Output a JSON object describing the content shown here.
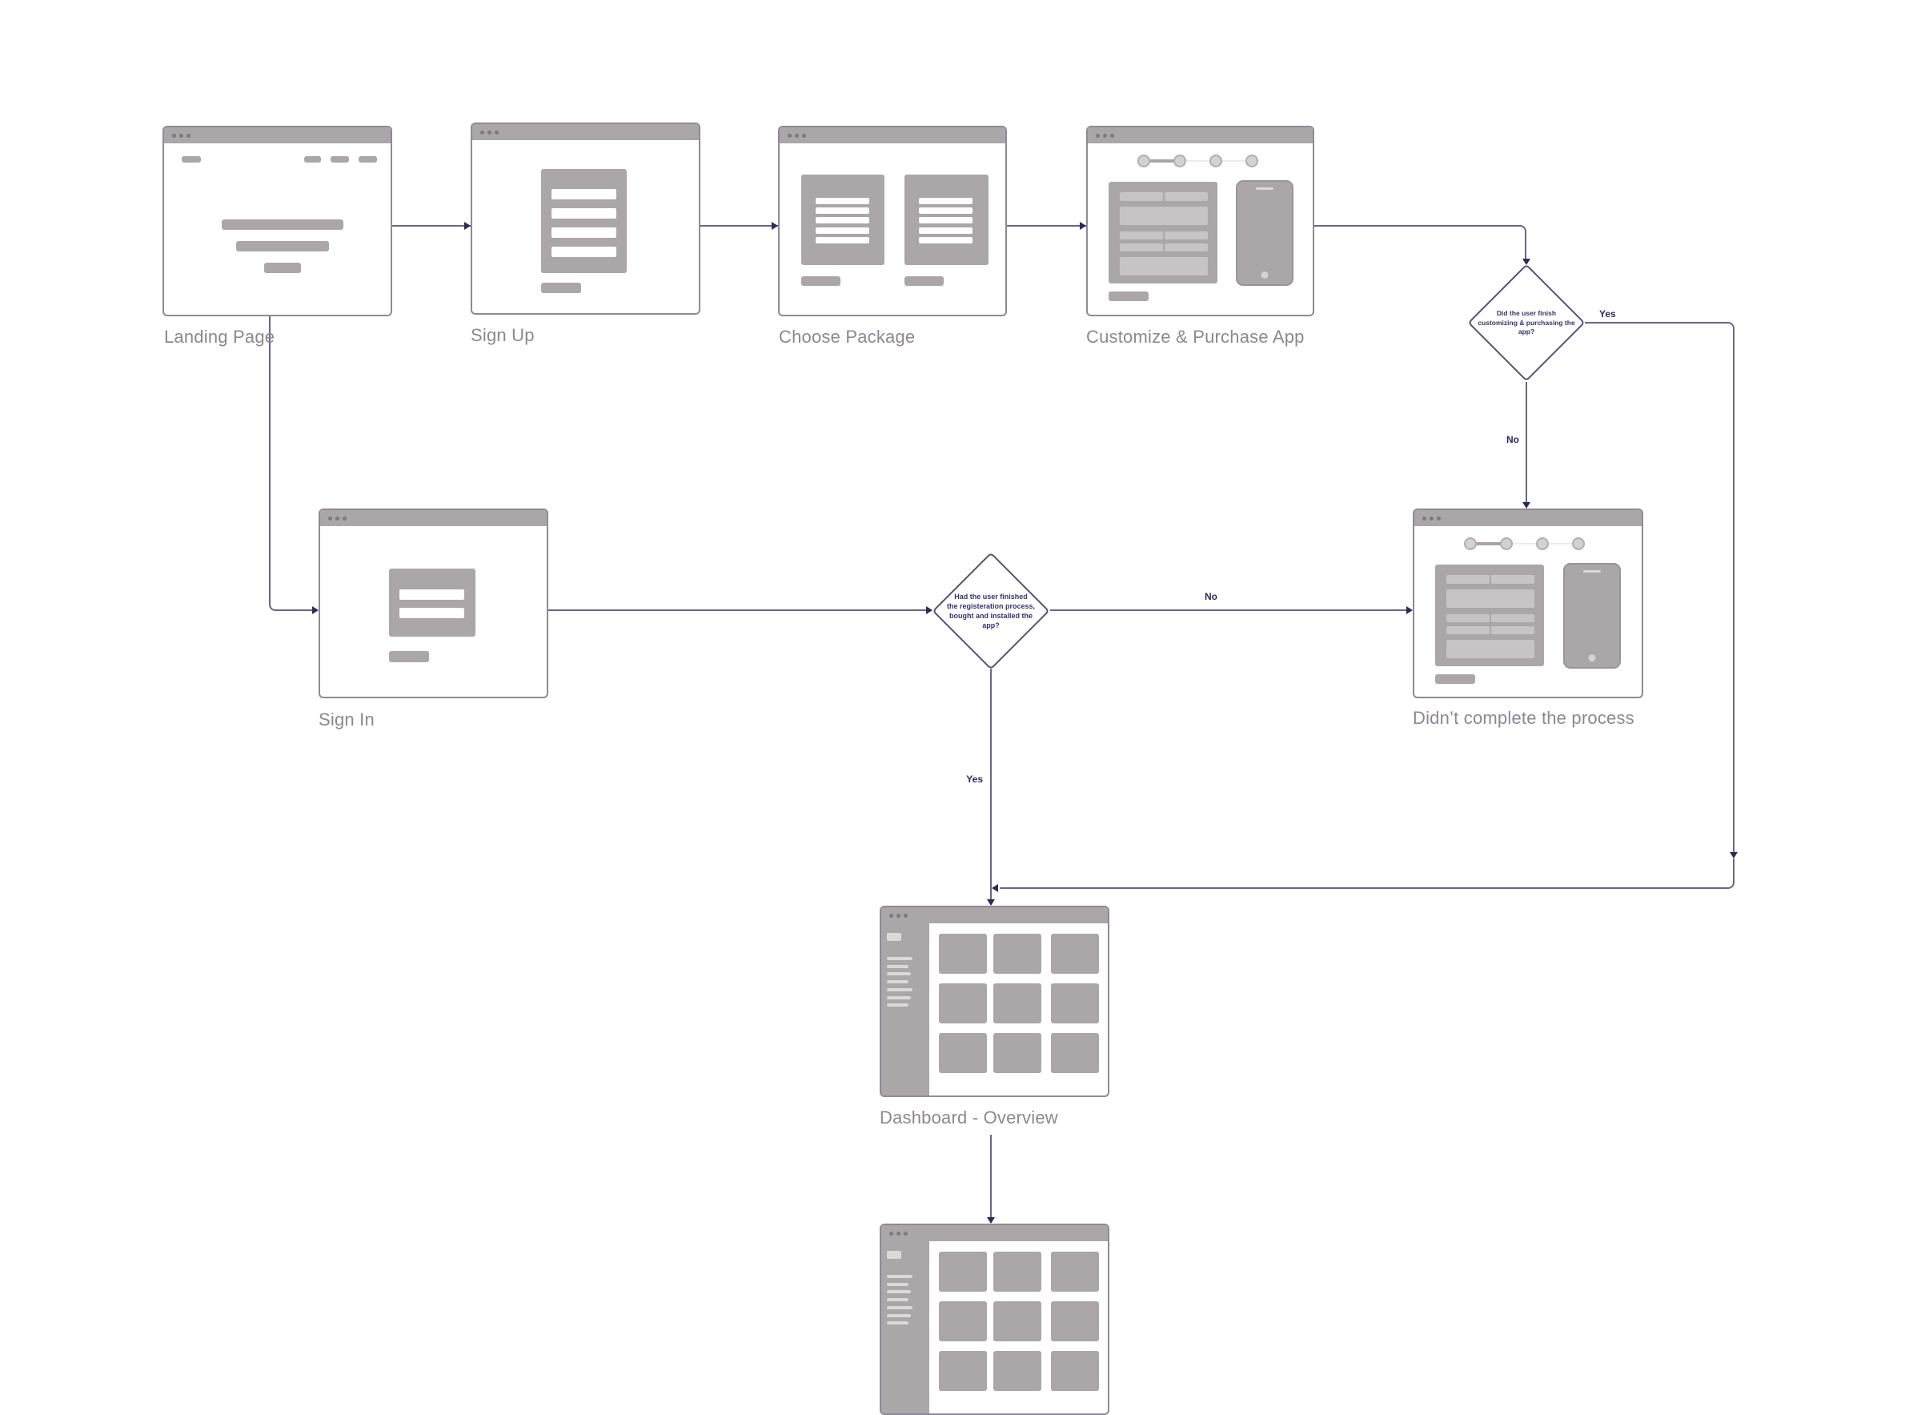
{
  "flow": {
    "nodes": {
      "landing": {
        "label": "Landing Page"
      },
      "signup": {
        "label": "Sign Up"
      },
      "choose": {
        "label": "Choose Package"
      },
      "customize": {
        "label": "Customize & Purchase App"
      },
      "signin": {
        "label": "Sign In"
      },
      "incomplete": {
        "label": "Didn’t complete the process"
      },
      "dashboard": {
        "label": "Dashboard - Overview"
      }
    },
    "decisions": {
      "purchase": {
        "question": "Did the user finish\ncustomizing & purchasing the\napp?"
      },
      "registration": {
        "question": "Had the user finished\nthe registeration process,\nbought and installed the\napp?"
      }
    },
    "edge_labels": {
      "purchase_yes": "Yes",
      "purchase_no": "No",
      "registration_no": "No",
      "registration_yes": "Yes"
    },
    "colors": {
      "connector": "#6b6588",
      "arrowhead": "#2e2957",
      "decision_text": "#38336a",
      "node_label": "#8d8791",
      "wireframe_gray": "#aba6a8",
      "wireframe_light": "#c8c4c6",
      "window_border": "#8f8a95"
    }
  }
}
